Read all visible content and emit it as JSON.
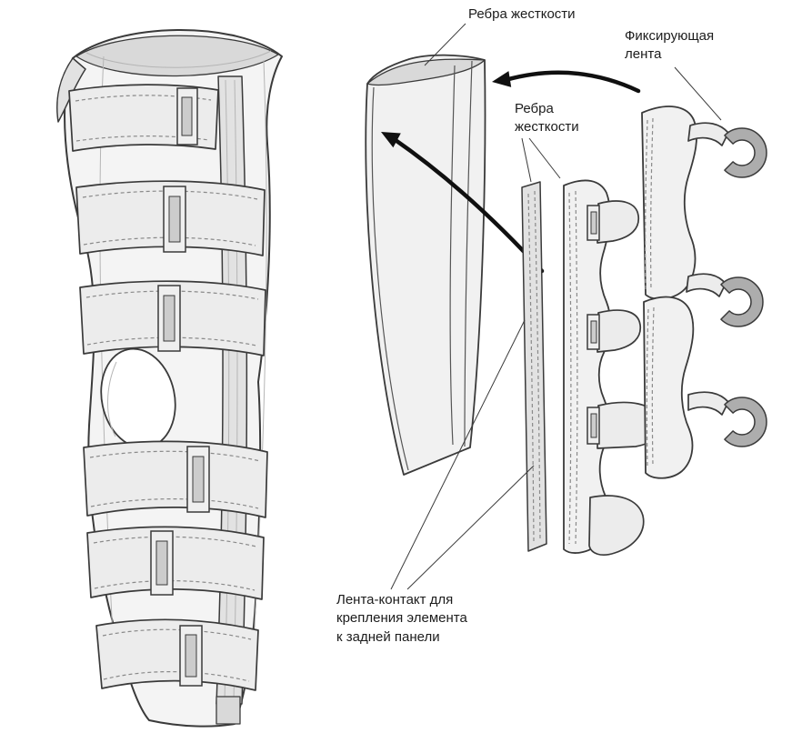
{
  "labels": {
    "stiffening_ribs_top": "Ребра жесткости",
    "fixing_strap": "Фиксирующая\nлента",
    "stiffening_ribs_mid": "Ребра\nжесткости",
    "contact_tape": "Лента-контакт для\nкрепления элемента\nк задней панели"
  },
  "colors": {
    "background": "#ffffff",
    "ink": "#3a3a3a",
    "arrow": "#101010",
    "fill_light": "#f1f1f1",
    "fill_mid": "#e2e2e2",
    "fill_dark": "#adadad"
  }
}
